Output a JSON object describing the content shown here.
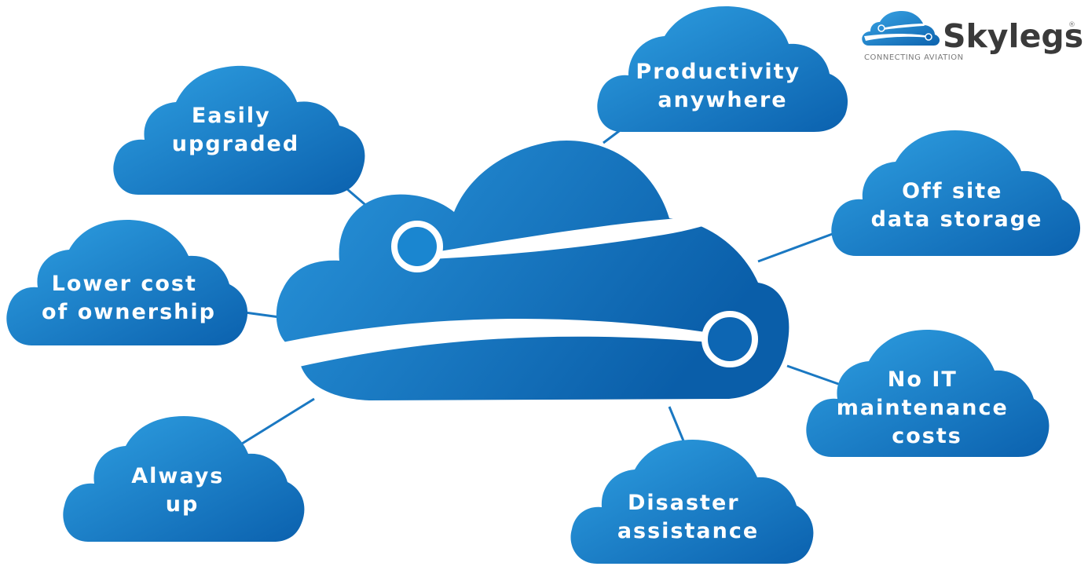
{
  "logo": {
    "name": "Skylegs",
    "registered": "®",
    "tagline": "CONNECTING AVIATION"
  },
  "benefits": [
    {
      "lines": [
        "Easily",
        "upgraded"
      ]
    },
    {
      "lines": [
        "Productivity",
        "anywhere"
      ]
    },
    {
      "lines": [
        "Off site",
        "data storage"
      ]
    },
    {
      "lines": [
        "Lower cost",
        "of ownership"
      ]
    },
    {
      "lines": [
        "No IT",
        "maintenance",
        "costs"
      ]
    },
    {
      "lines": [
        "Always",
        "up"
      ]
    },
    {
      "lines": [
        "Disaster",
        "assistance"
      ]
    }
  ],
  "colors": {
    "cloud_light": "#2e9be0",
    "cloud_dark": "#0a62b0",
    "connector": "#1a78c2",
    "logo_text": "#3a3a3a"
  }
}
